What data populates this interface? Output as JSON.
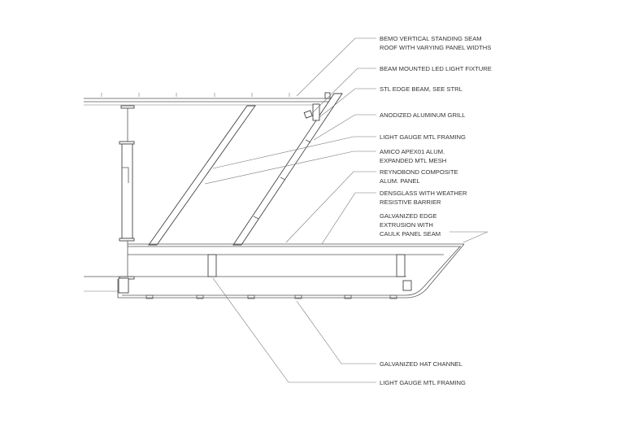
{
  "callouts": {
    "roof": [
      "BEMO VERTICAL STANDING SEAM",
      "ROOF WITH VARYING PANEL WIDTHS"
    ],
    "led": [
      "BEAM MOUNTED LED LIGHT FIXTURE"
    ],
    "edge_beam": [
      "STL EDGE BEAM, SEE STRL"
    ],
    "grill": [
      "ANODIZED ALUMINUM GRILL"
    ],
    "framing_top": [
      "LIGHT GAUGE MTL FRAMING"
    ],
    "mesh": [
      "AMICO APEX01 ALUM.",
      "EXPANDED MTL MESH"
    ],
    "panel": [
      "REYNOBOND COMPOSITE",
      "ALUM. PANEL"
    ],
    "densglass": [
      "DENSGLASS WITH WEATHER",
      "RESISTIVE BARRIER"
    ],
    "extrusion": [
      "GALVANIZED EDGE",
      "EXTRUSION WITH",
      "CAULK PANEL SEAM"
    ],
    "hat_channel": [
      "GALVANIZED HAT CHANNEL"
    ],
    "framing_bottom": [
      "LIGHT GAUGE MTL FRAMING"
    ]
  }
}
